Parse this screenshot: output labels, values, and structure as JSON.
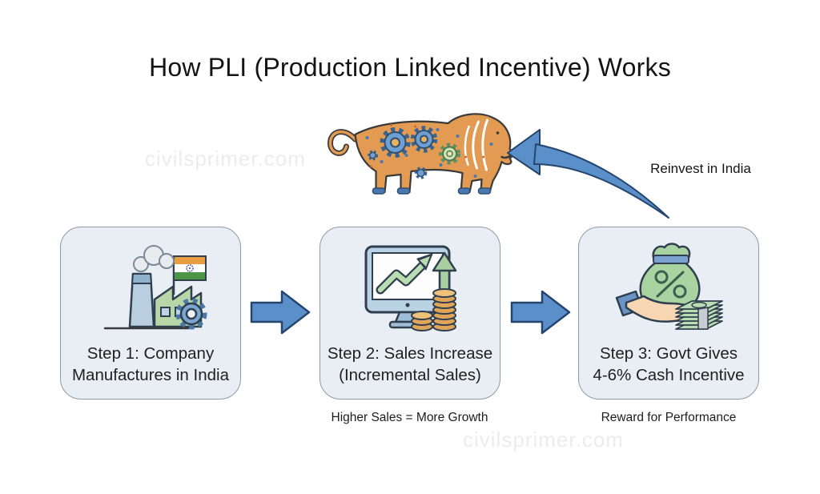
{
  "title": "How PLI (Production Linked Incentive) Works",
  "watermarks": {
    "top": "civilsprimer.com",
    "bottom": "civilsprimer.com"
  },
  "reinvest": {
    "label": "Reinvest in India"
  },
  "steps": [
    {
      "line1": "Step 1: Company",
      "line2": "Manufactures in India",
      "icon": "factory-india-flag-gear",
      "caption": ""
    },
    {
      "line1": "Step 2: Sales Increase",
      "line2": "(Incremental Sales)",
      "icon": "monitor-growth-chart-coins",
      "caption": "Higher Sales = More Growth"
    },
    {
      "line1": "Step 3: Govt Gives",
      "line2": "4-6% Cash Incentive",
      "icon": "hand-money-bag-cash-stack",
      "caption": "Reward for Performance"
    }
  ],
  "colors": {
    "box_fill": "#e9eef4",
    "box_border": "#8e9aa7",
    "arrow_fill": "#5b8fc9",
    "arrow_stroke": "#24456e",
    "lion_orange": "#e39a52",
    "flag_saffron": "#ea9c42",
    "flag_green": "#4f9548",
    "coin_gold": "#e0a558",
    "money_green": "#a9d3a0",
    "watermark_gray": "#ececec"
  }
}
